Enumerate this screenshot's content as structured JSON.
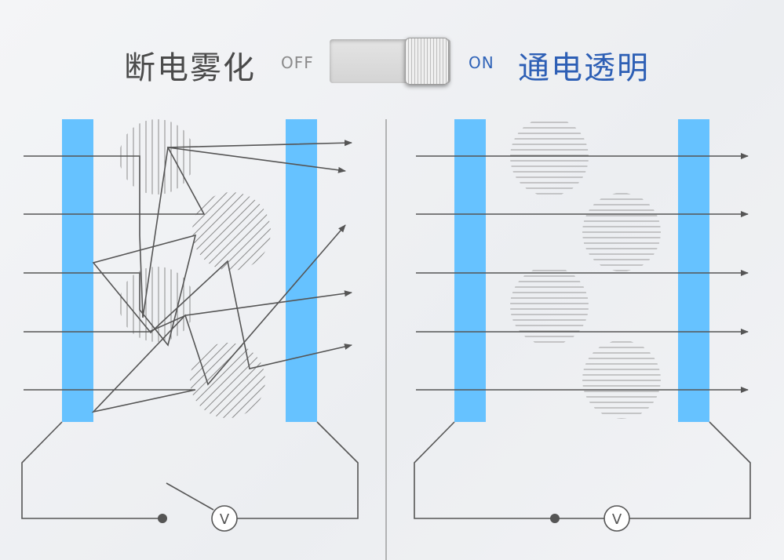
{
  "toggle": {
    "off_label_cn": "断电雾化",
    "off_label": "OFF",
    "on_label": "ON",
    "on_label_cn": "通电透明",
    "state": "off"
  },
  "panels": {
    "left": {
      "meter_label": "V"
    },
    "right": {
      "meter_label": "V"
    }
  },
  "colors": {
    "glass": "#66c2ff",
    "line": "#5a5a5a",
    "accent": "#2d5fb5"
  }
}
